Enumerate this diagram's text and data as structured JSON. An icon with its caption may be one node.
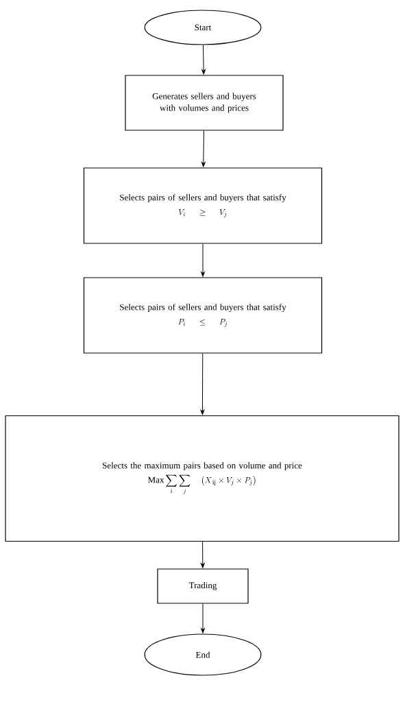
{
  "diagram": {
    "nodes": [
      {
        "text": [
          "Start"
        ]
      },
      {
        "text": [
          "Generates sellers and buyers with volumes and prices"
        ]
      },
      {
        "text": [
          "Selects pairs of sellers and buyers that satisfy",
          "V_i \\geq V_j"
        ]
      },
      {
        "text": [
          "Selects pairs of sellers and buyers that satisfy",
          "P_i \\leq P_j"
        ]
      },
      {
        "text": [
          "Selects the maximum pairs based on volume and price",
          "\\text{Max} \\sum_{i} \\sum_{j} \\quad \\left( X_{\\,\\mathrm{ij}} \\times V_j \\times P_j \\right)"
        ]
      },
      {
        "text": [
          "Trading"
        ]
      },
      {
        "text": [
          "End"
        ]
      }
    ],
    "edges": [
      {
        "from": 0,
        "to": 1,
        "arrow": "to"
      },
      {
        "from": 1,
        "to": 2,
        "arrow": "to"
      },
      {
        "from": 2,
        "to": 3,
        "arrow": "to"
      },
      {
        "from": 3,
        "to": 4,
        "arrow": "to"
      },
      {
        "from": 4,
        "to": 5,
        "arrow": "to"
      },
      {
        "from": 5,
        "to": 6,
        "arrow": "to"
      }
    ]
  }
}
